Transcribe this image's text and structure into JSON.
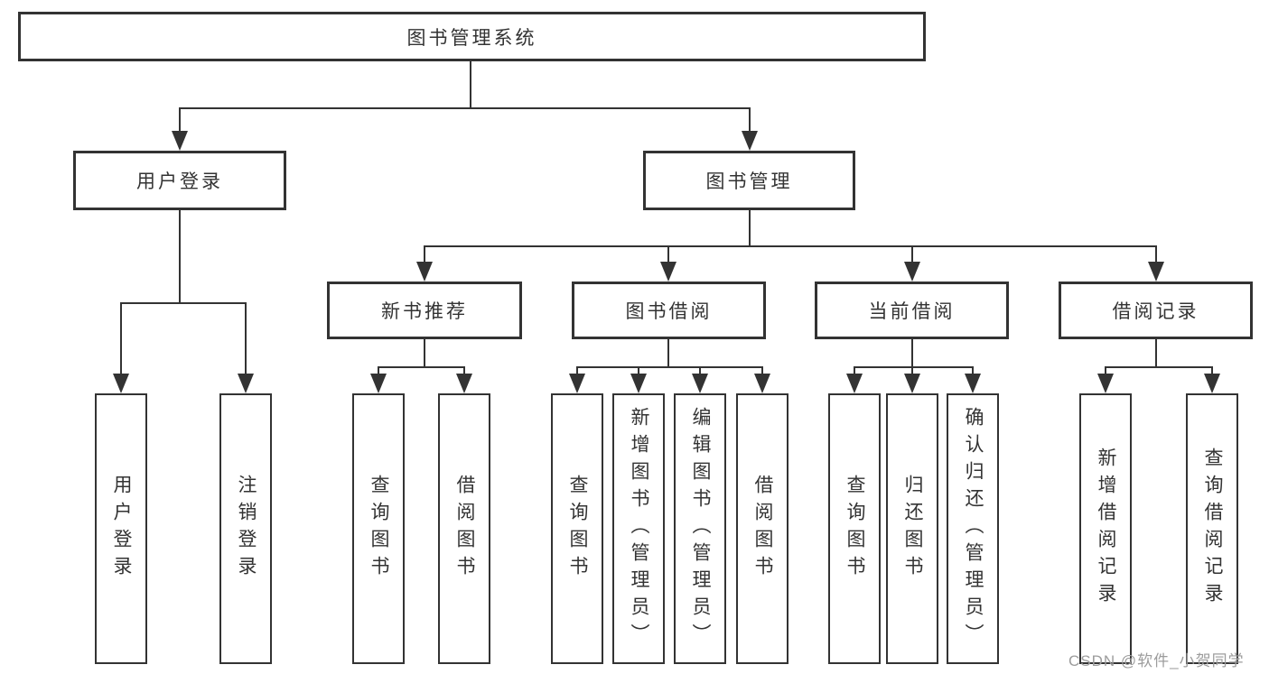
{
  "diagram": {
    "root": {
      "label": "图书管理系统"
    },
    "groups": [
      {
        "label": "用户登录",
        "children": [
          {
            "label": "用户登录"
          },
          {
            "label": "注销登录"
          }
        ]
      },
      {
        "label": "图书管理",
        "subgroups": [
          {
            "label": "新书推荐",
            "children": [
              {
                "label": "查询图书"
              },
              {
                "label": "借阅图书"
              }
            ]
          },
          {
            "label": "图书借阅",
            "children": [
              {
                "label": "查询图书"
              },
              {
                "label": "新增图书（管理员）"
              },
              {
                "label": "编辑图书（管理员）"
              },
              {
                "label": "借阅图书"
              }
            ]
          },
          {
            "label": "当前借阅",
            "children": [
              {
                "label": "查询图书"
              },
              {
                "label": "归还图书"
              },
              {
                "label": "确认归还（管理员）"
              }
            ]
          },
          {
            "label": "借阅记录",
            "children": [
              {
                "label": "新增借阅记录"
              },
              {
                "label": "查询借阅记录"
              }
            ]
          }
        ]
      }
    ]
  },
  "watermark": {
    "text": "CSDN @软件_小贺同学"
  },
  "colors": {
    "line": "#333333",
    "boxborder": "#333333",
    "text": "#333333",
    "bg": "#ffffff",
    "watermark": "#9c9c9c"
  }
}
